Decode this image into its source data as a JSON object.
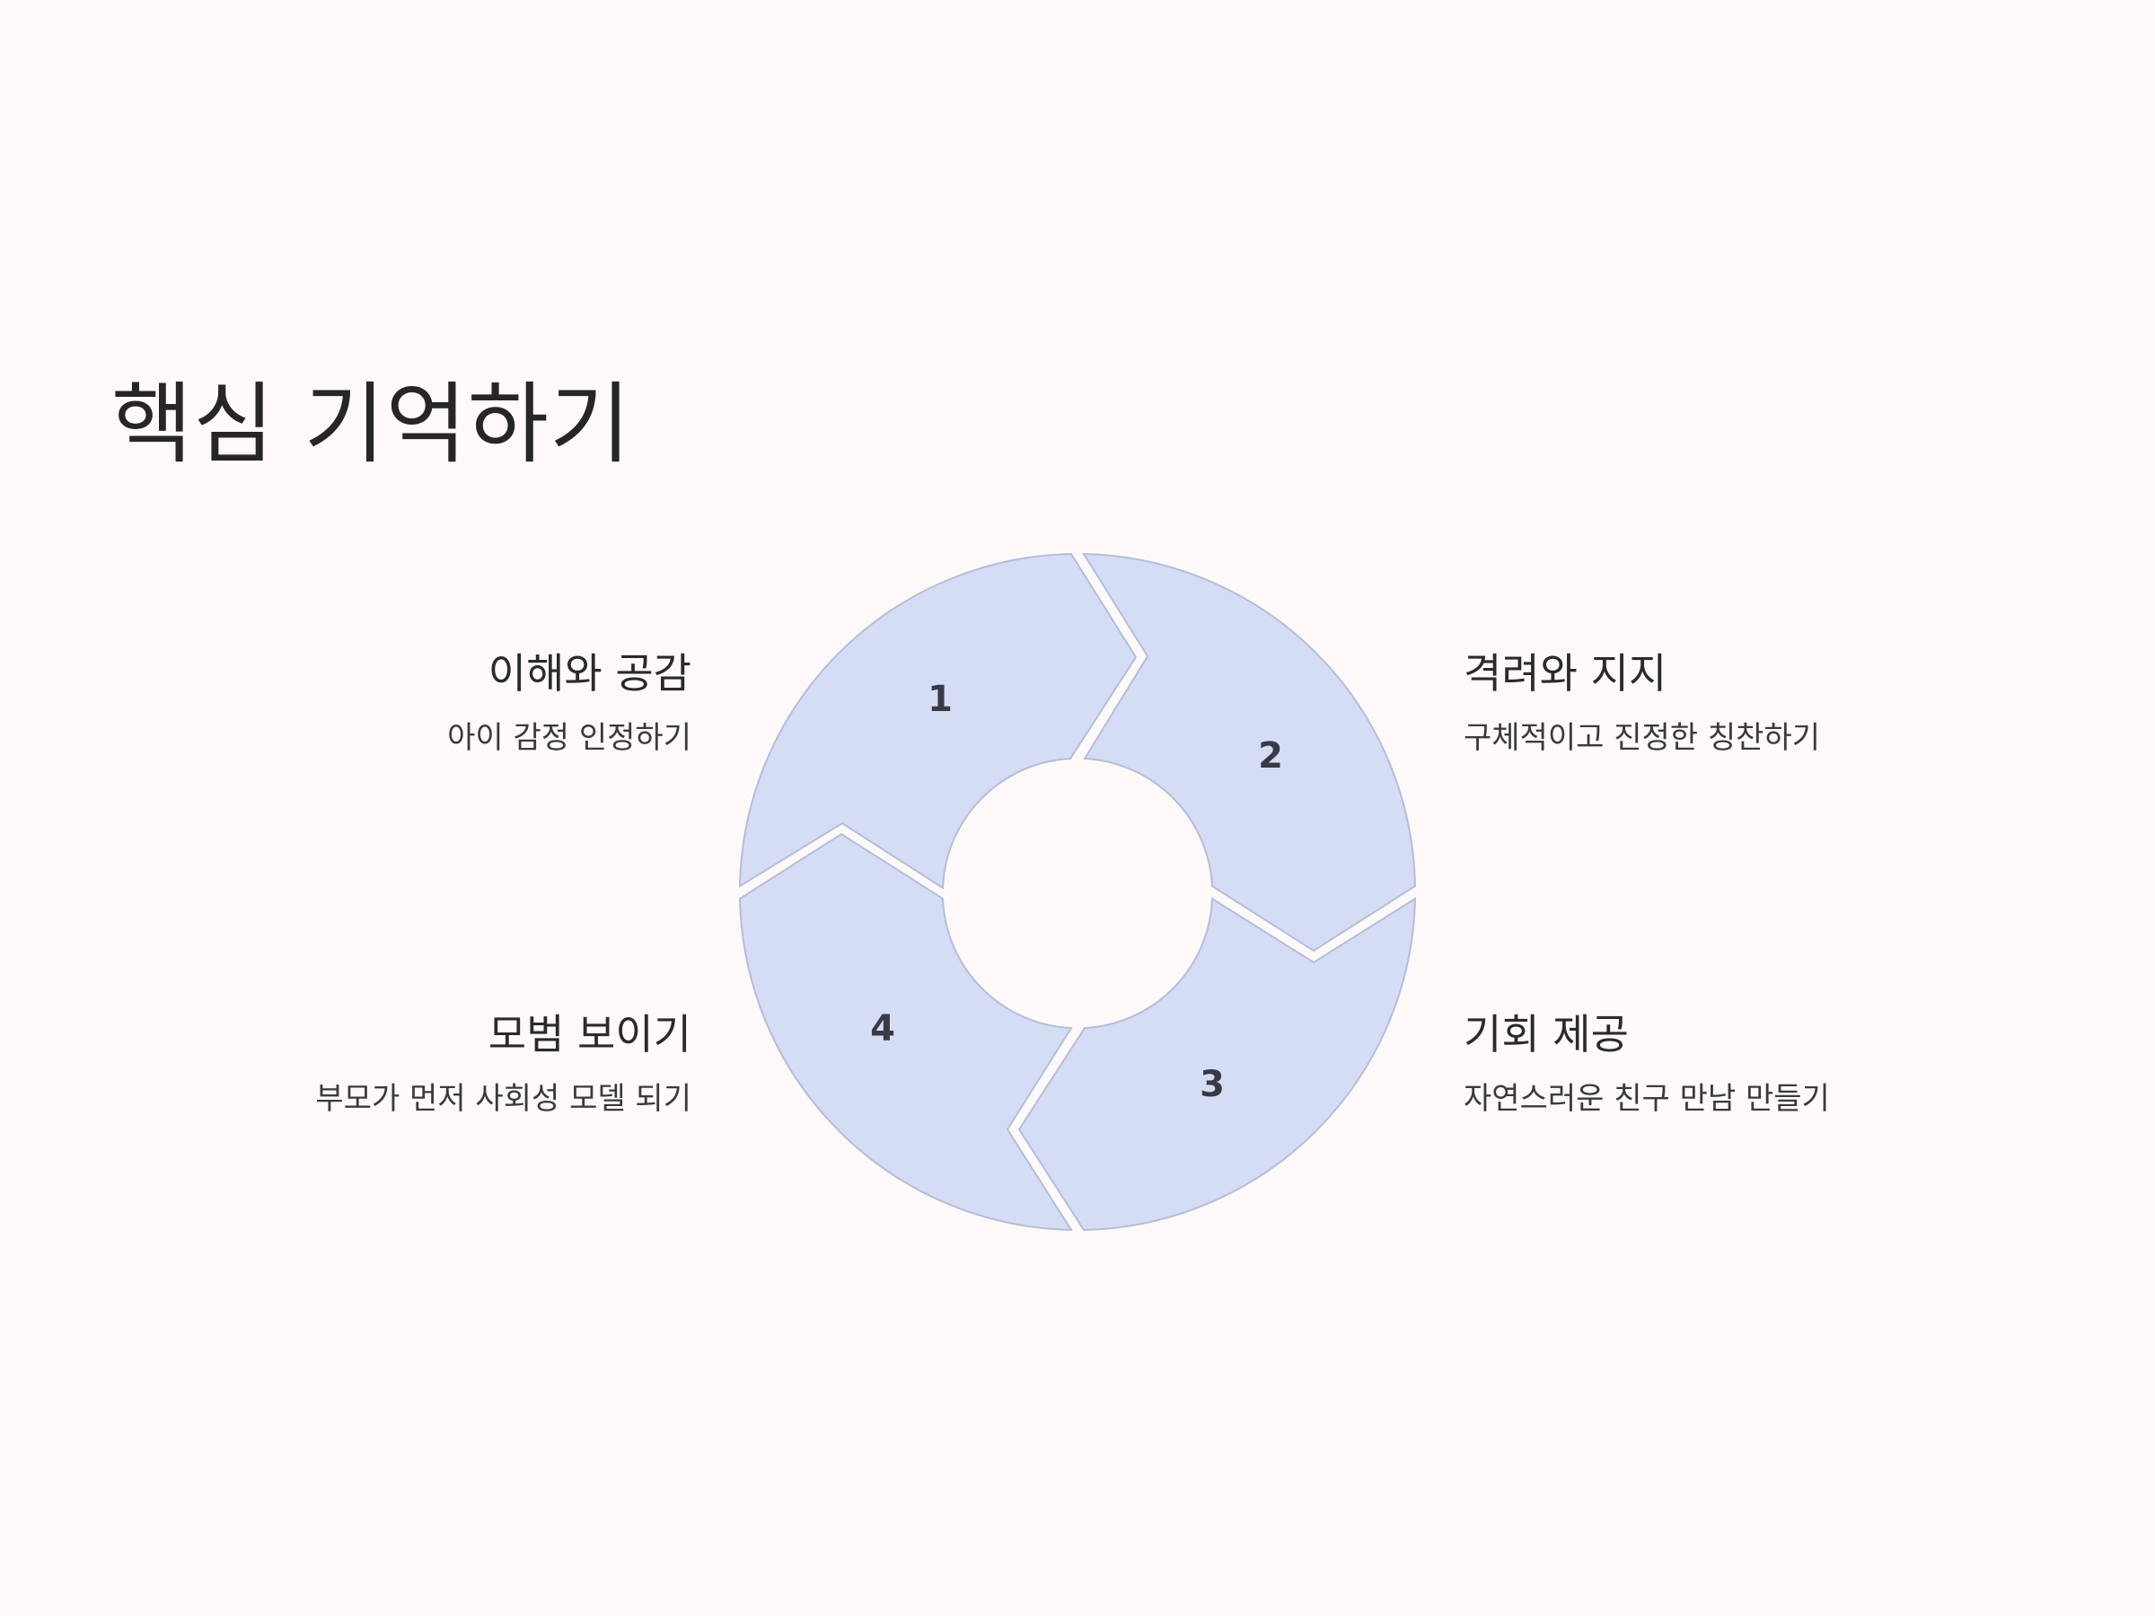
{
  "title": "핵심 기억하기",
  "colors": {
    "background": "#fffaf9",
    "segment_fill": "#d4ddf4",
    "segment_stroke": "#b4bedc",
    "text": "#2a2a2a"
  },
  "steps": [
    {
      "number": "1",
      "title": "이해와 공감",
      "description": "아이 감정 인정하기"
    },
    {
      "number": "2",
      "title": "격려와 지지",
      "description": "구체적이고 진정한 칭찬하기"
    },
    {
      "number": "3",
      "title": "기회 제공",
      "description": "자연스러운 친구 만남 만들기"
    },
    {
      "number": "4",
      "title": "모범 보이기",
      "description": "부모가 먼저 사회성 모델 되기"
    }
  ]
}
